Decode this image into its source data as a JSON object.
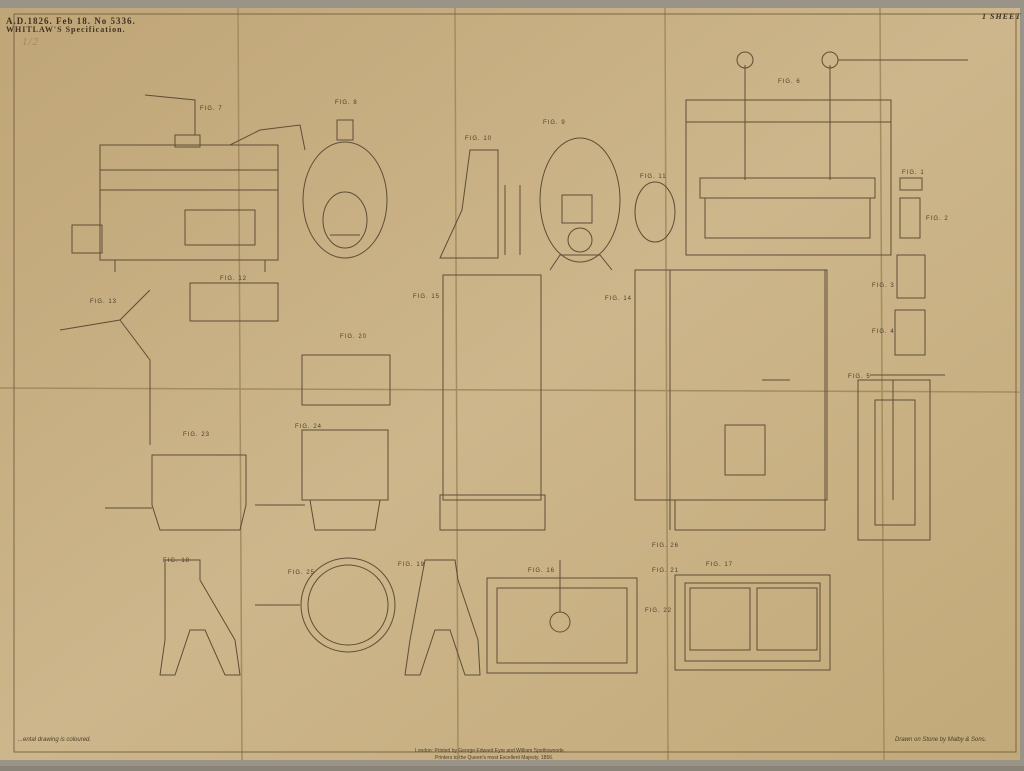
{
  "header": {
    "line1": "A.D.1826. Feb 18. No 5336.",
    "line2": "WHITLAW'S Specification.",
    "handwritten": "1/2",
    "sheet": "1 SHEET"
  },
  "footer": {
    "left_note": "...ental drawing is coloured.",
    "imprint_line1": "London: Printed by George Edward Eyre and William Spottiswoode,",
    "imprint_line2": "Printers to the Queen's most Excellent Majesty. 1856.",
    "lithographer": "Drawn on Stone by Malby & Sons."
  },
  "figures": {
    "fig1": "FIG. 1",
    "fig2": "FIG. 2",
    "fig3": "FIG. 3",
    "fig4": "FIG. 4",
    "fig5": "FIG. 5",
    "fig6": "FIG. 6",
    "fig7": "FIG. 7",
    "fig8": "FIG. 8",
    "fig9": "FIG. 9",
    "fig10": "FIG. 10",
    "fig11": "FIG. 11",
    "fig12": "FIG. 12",
    "fig13": "FIG. 13",
    "fig14": "FIG. 14",
    "fig15": "FIG. 15",
    "fig16": "FIG. 16",
    "fig17": "FIG. 17",
    "fig18": "FIG. 18",
    "fig19": "FIG. 19",
    "fig20": "FIG. 20",
    "fig21": "FIG. 21",
    "fig22": "FIG. 22",
    "fig23": "FIG. 23",
    "fig24": "FIG. 24",
    "fig25": "FIG. 25",
    "fig26": "FIG. 26"
  },
  "colors": {
    "paper": "#c9b186",
    "ink": "#5e4e36"
  }
}
